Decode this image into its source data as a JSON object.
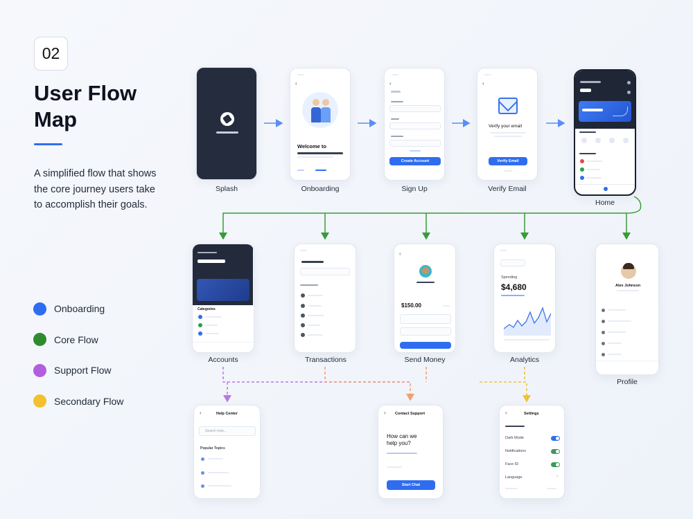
{
  "header": {
    "step": "02",
    "title": "User Flow\nMap",
    "description": "A simplified flow that shows the core journey users take to accomplish their goals."
  },
  "legend": [
    {
      "label": "Onboarding",
      "color": "#2f6df0"
    },
    {
      "label": "Core Flow",
      "color": "#2e8b2e"
    },
    {
      "label": "Support Flow",
      "color": "#b15ee0"
    },
    {
      "label": "Secondary Flow",
      "color": "#f2c12e"
    }
  ],
  "screens": {
    "splash": {
      "label": "Splash"
    },
    "onboarding": {
      "label": "Onboarding",
      "heading": "Welcome to"
    },
    "signup": {
      "label": "Sign Up",
      "button": "Create Account"
    },
    "verify": {
      "label": "Verify Email",
      "heading": "Verify your email",
      "button": "Verify Email"
    },
    "home": {
      "label": "Home"
    },
    "accounts": {
      "label": "Accounts",
      "section": "Categories"
    },
    "transactions": {
      "label": "Transactions"
    },
    "send": {
      "label": "Send Money",
      "amount": "$150.00"
    },
    "analytics": {
      "label": "Analytics",
      "caption": "Spending",
      "amount": "$4,680"
    },
    "profile": {
      "label": "Profile",
      "name": "Alex Johnson"
    },
    "help": {
      "title": "Help Center",
      "search_placeholder": "Search help...",
      "section": "Popular Topics"
    },
    "contact": {
      "title": "Contact Support",
      "heading": "How can we\nhelp you?",
      "button": "Start Chat"
    },
    "settings": {
      "title": "Settings",
      "rows": [
        "Dark Mode",
        "Notifications",
        "Face ID",
        "Language"
      ]
    }
  }
}
